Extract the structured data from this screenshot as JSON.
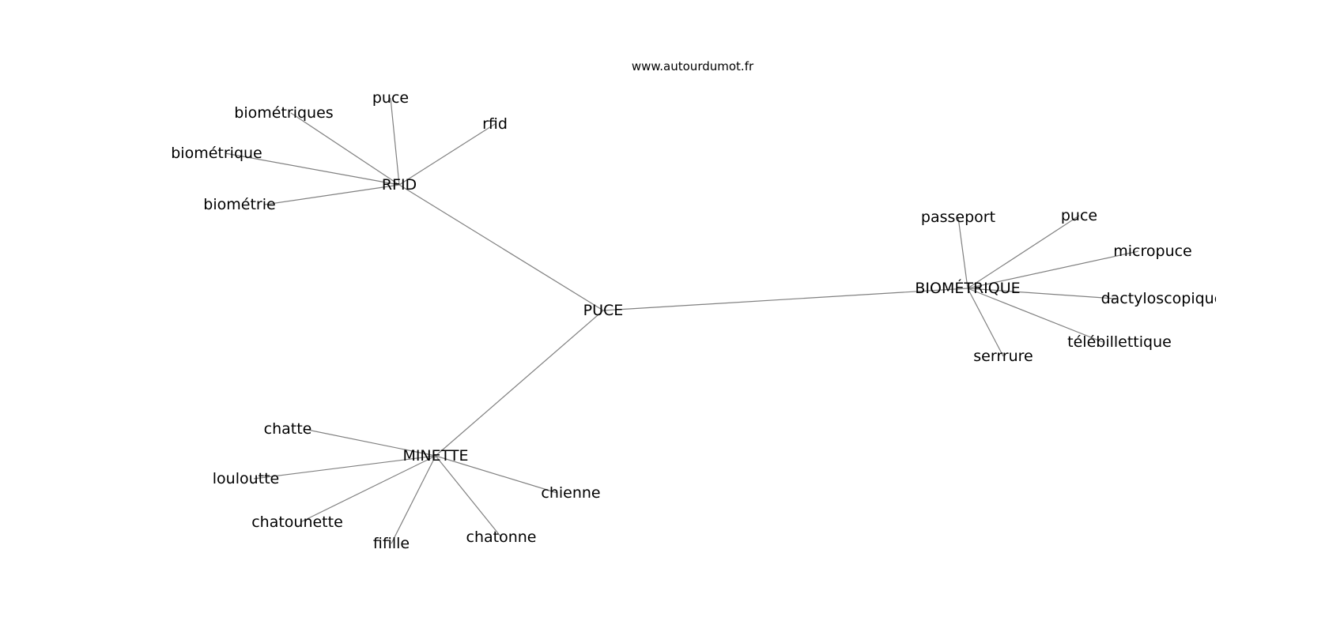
{
  "header": {
    "site_url": "www.autourdumot.fr"
  },
  "colors": {
    "background": "#ffffff",
    "edge": "#808080",
    "text": "#000000"
  },
  "graph": {
    "nodes": [
      {
        "id": "puce_center",
        "label": "PUCE"
      },
      {
        "id": "rfid",
        "label": "RFID"
      },
      {
        "id": "biometrique_hub",
        "label": "BIOMÉTRIQUE"
      },
      {
        "id": "minette",
        "label": "MINETTE"
      },
      {
        "id": "rfid_puce",
        "label": "puce"
      },
      {
        "id": "rfid_rfid",
        "label": "rfid"
      },
      {
        "id": "rfid_biometriques",
        "label": "biométriques"
      },
      {
        "id": "rfid_biometrique",
        "label": "biométrique"
      },
      {
        "id": "rfid_biometrie",
        "label": "biométrie"
      },
      {
        "id": "bio_passeport",
        "label": "passeport"
      },
      {
        "id": "bio_puce",
        "label": "puce"
      },
      {
        "id": "bio_micropuce",
        "label": "micropuce"
      },
      {
        "id": "bio_dactyloscopique",
        "label": "dactyloscopique"
      },
      {
        "id": "bio_telebillettique",
        "label": "télébillettique"
      },
      {
        "id": "bio_serrrure",
        "label": "serrrure"
      },
      {
        "id": "min_chatte",
        "label": "chatte"
      },
      {
        "id": "min_louloutte",
        "label": "louloutte"
      },
      {
        "id": "min_chatounette",
        "label": "chatounette"
      },
      {
        "id": "min_fifille",
        "label": "fifille"
      },
      {
        "id": "min_chatonne",
        "label": "chatonne"
      },
      {
        "id": "min_chienne",
        "label": "chienne"
      }
    ],
    "edges": [
      [
        "puce_center",
        "rfid"
      ],
      [
        "puce_center",
        "biometrique_hub"
      ],
      [
        "puce_center",
        "minette"
      ],
      [
        "rfid",
        "rfid_puce"
      ],
      [
        "rfid",
        "rfid_rfid"
      ],
      [
        "rfid",
        "rfid_biometriques"
      ],
      [
        "rfid",
        "rfid_biometrique"
      ],
      [
        "rfid",
        "rfid_biometrie"
      ],
      [
        "biometrique_hub",
        "bio_passeport"
      ],
      [
        "biometrique_hub",
        "bio_puce"
      ],
      [
        "biometrique_hub",
        "bio_micropuce"
      ],
      [
        "biometrique_hub",
        "bio_dactyloscopique"
      ],
      [
        "biometrique_hub",
        "bio_telebillettique"
      ],
      [
        "biometrique_hub",
        "bio_serrrure"
      ],
      [
        "minette",
        "min_chatte"
      ],
      [
        "minette",
        "min_louloutte"
      ],
      [
        "minette",
        "min_chatounette"
      ],
      [
        "minette",
        "min_fifille"
      ],
      [
        "minette",
        "min_chatonne"
      ],
      [
        "minette",
        "min_chienne"
      ]
    ]
  }
}
